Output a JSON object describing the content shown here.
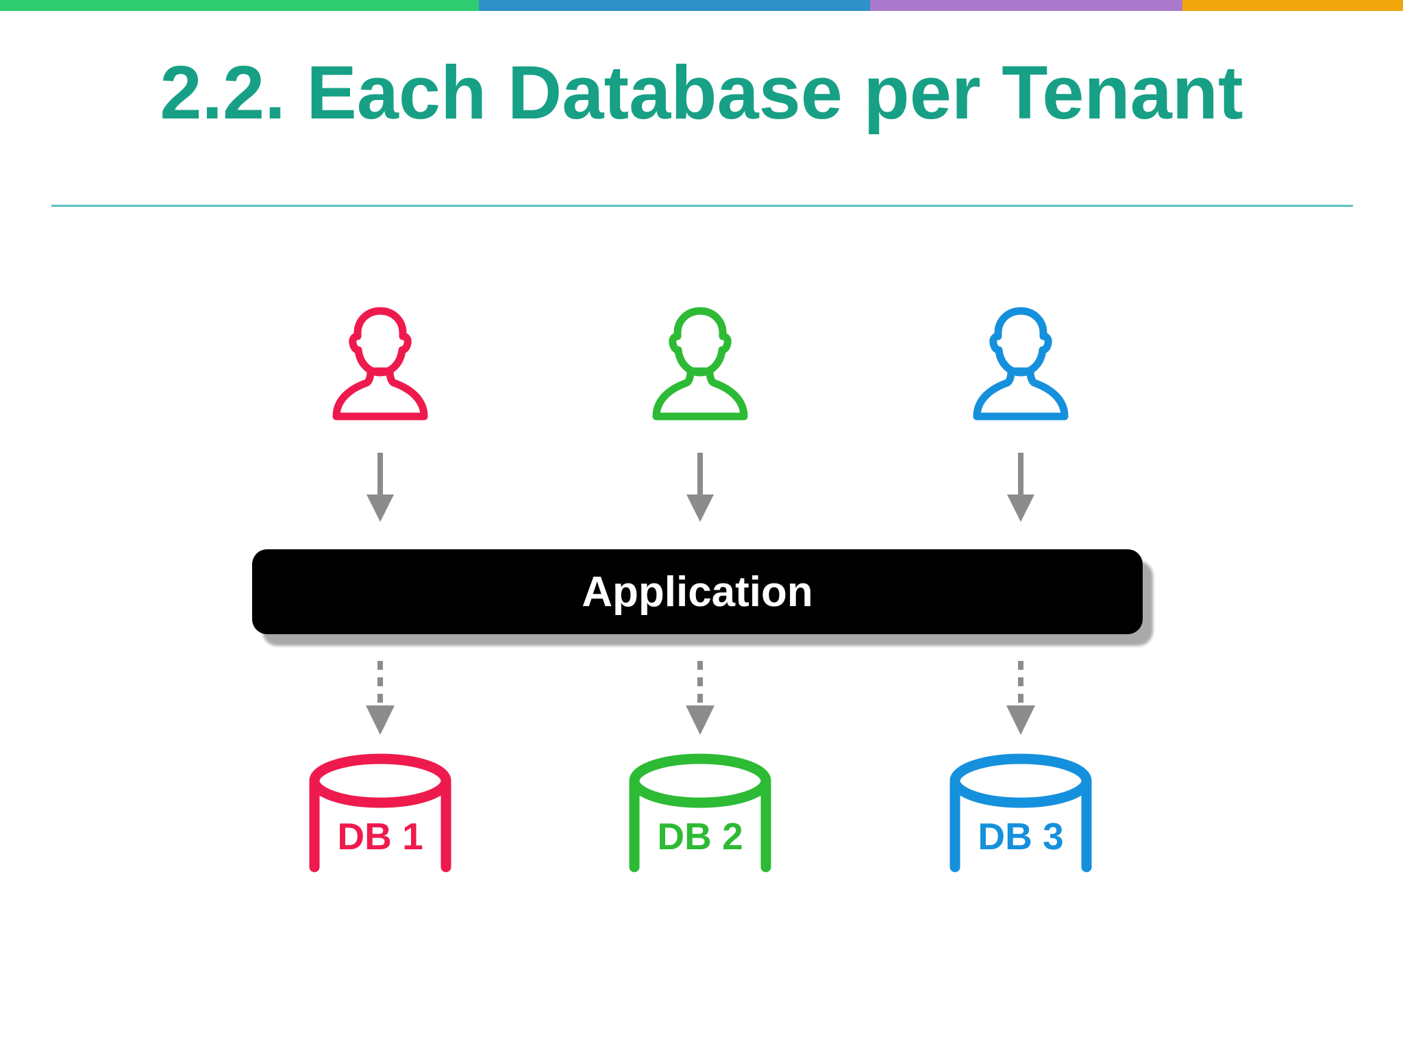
{
  "slide": {
    "title": "2.2. Each Database per Tenant"
  },
  "theme": {
    "title_color": "#17A085",
    "rule_color": "#5BC0BD",
    "arrow_color": "#8C8C8C",
    "accent_bar": [
      {
        "name": "green-segment",
        "color": "#2ECC71"
      },
      {
        "name": "blue-segment",
        "color": "#2E91C8"
      },
      {
        "name": "purple-segment",
        "color": "#AB79CB"
      },
      {
        "name": "orange-segment",
        "color": "#F2A60E"
      }
    ]
  },
  "application_box": {
    "label": "Application",
    "bg_color": "#000000",
    "text_color": "#FFFFFF"
  },
  "tenants": [
    {
      "name": "tenant-1",
      "color": "#EE1A4D",
      "db_label": "DB 1"
    },
    {
      "name": "tenant-2",
      "color": "#2DBA35",
      "db_label": "DB 2"
    },
    {
      "name": "tenant-3",
      "color": "#1590DC",
      "db_label": "DB 3"
    }
  ]
}
